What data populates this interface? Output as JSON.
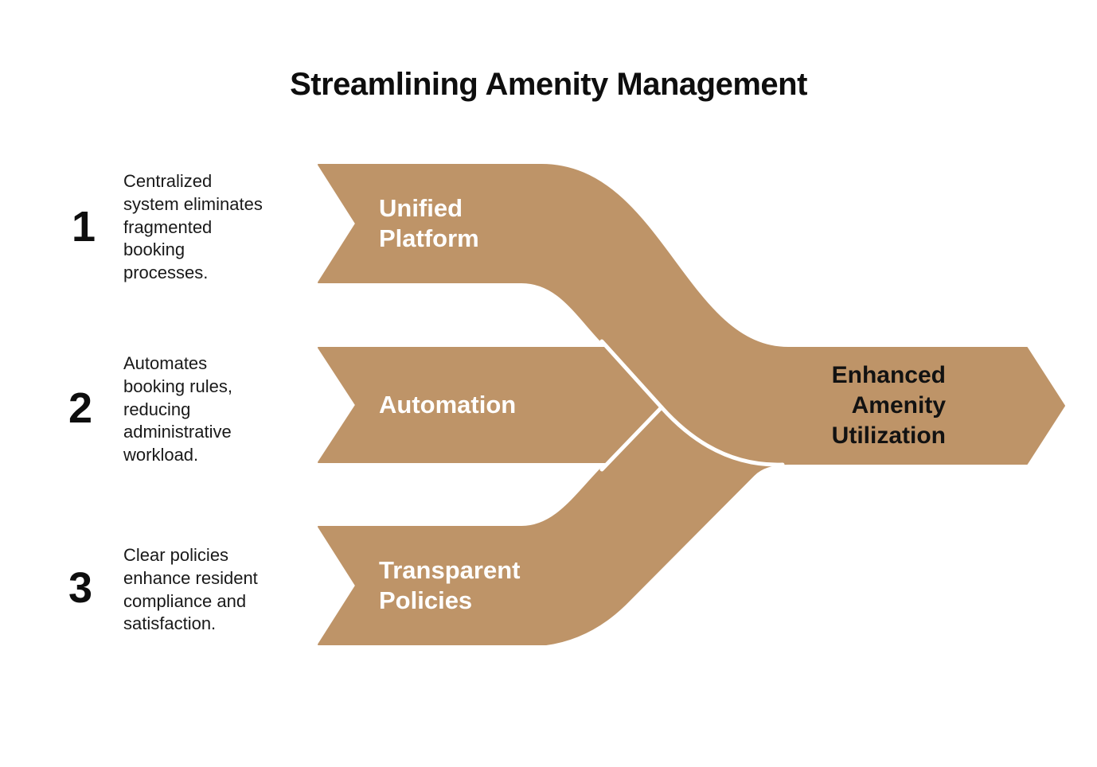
{
  "title": "Streamlining Amenity Management",
  "colors": {
    "flow": "#BE9468",
    "seam": "#FFFFFF",
    "ink": "#0E0E0E",
    "label_white": "#FFFFFF",
    "bg": "#FFFFFF"
  },
  "steps": [
    {
      "number": "1",
      "description": "Centralized system eliminates fragmented booking processes.",
      "desc_lines": [
        "Centralized",
        "system eliminates",
        "fragmented",
        "booking",
        "processes."
      ],
      "band_label": "Unified Platform",
      "band_label_lines": [
        "Unified",
        "Platform"
      ]
    },
    {
      "number": "2",
      "description": "Automates booking rules, reducing administrative workload.",
      "desc_lines": [
        "Automates",
        "booking rules,",
        "reducing",
        "administrative",
        "workload."
      ],
      "band_label": "Automation",
      "band_label_lines": [
        "Automation"
      ]
    },
    {
      "number": "3",
      "description": "Clear policies enhance resident compliance and satisfaction.",
      "desc_lines": [
        "Clear policies",
        "enhance resident",
        "compliance and",
        "satisfaction."
      ],
      "band_label": "Transparent Policies",
      "band_label_lines": [
        "Transparent",
        "Policies"
      ]
    }
  ],
  "outcome": {
    "label": "Enhanced Amenity Utilization",
    "label_lines": [
      "Enhanced",
      "Amenity",
      "Utilization"
    ]
  }
}
